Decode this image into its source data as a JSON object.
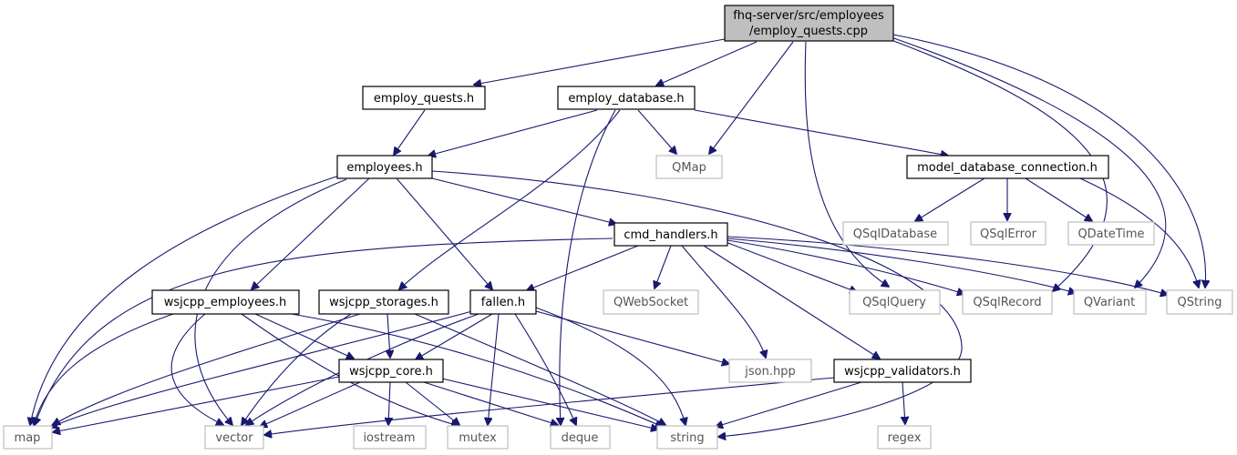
{
  "graph": {
    "root": {
      "line1": "fhq-server/src/employees",
      "line2": "/employ_quests.cpp"
    },
    "nodes": {
      "employ_quests_h": "employ_quests.h",
      "employ_database_h": "employ_database.h",
      "employees_h": "employees.h",
      "qmap": "QMap",
      "model_database_connection_h": "model_database_connection.h",
      "qsqldatabase": "QSqlDatabase",
      "qsqlerror": "QSqlError",
      "qdatetime": "QDateTime",
      "cmd_handlers_h": "cmd_handlers.h",
      "wsjcpp_employees_h": "wsjcpp_employees.h",
      "wsjcpp_storages_h": "wsjcpp_storages.h",
      "fallen_h": "fallen.h",
      "qwebsocket": "QWebSocket",
      "qsqlquery": "QSqlQuery",
      "qsqlrecord": "QSqlRecord",
      "qvariant": "QVariant",
      "qstring": "QString",
      "wsjcpp_core_h": "wsjcpp_core.h",
      "json_hpp": "json.hpp",
      "wsjcpp_validators_h": "wsjcpp_validators.h",
      "map": "map",
      "vector": "vector",
      "iostream": "iostream",
      "mutex": "mutex",
      "deque": "deque",
      "string": "string",
      "regex": "regex"
    }
  }
}
